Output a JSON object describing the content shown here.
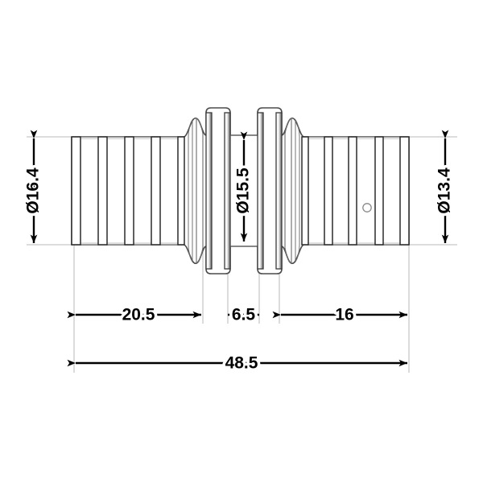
{
  "drawing": {
    "title": "Press fitting coupling technical drawing",
    "units": "mm",
    "background_color": "#ffffff",
    "line_color": "#4b4b4b",
    "dimension_color": "#000000",
    "extension_line_color": "#b9b9b9",
    "dimensions": {
      "left_diameter": {
        "label": "Ø16.4",
        "value": 16.4,
        "symbol": "Ø",
        "orientation": "vertical",
        "position": "left"
      },
      "center_diameter": {
        "label": "Ø15.5",
        "value": 15.5,
        "symbol": "Ø",
        "orientation": "vertical",
        "position": "center"
      },
      "right_diameter": {
        "label": "Ø13.4",
        "value": 13.4,
        "symbol": "Ø",
        "orientation": "vertical",
        "position": "right"
      },
      "left_length": {
        "label": "20.5",
        "value": 20.5,
        "orientation": "horizontal",
        "position": "lower-left"
      },
      "center_length": {
        "label": "6.5",
        "value": 6.5,
        "orientation": "horizontal",
        "position": "lower-center"
      },
      "right_length": {
        "label": "16",
        "value": 16,
        "orientation": "horizontal",
        "position": "lower-right"
      },
      "overall_length": {
        "label": "48.5",
        "value": 48.5,
        "orientation": "horizontal",
        "position": "bottom"
      }
    }
  }
}
